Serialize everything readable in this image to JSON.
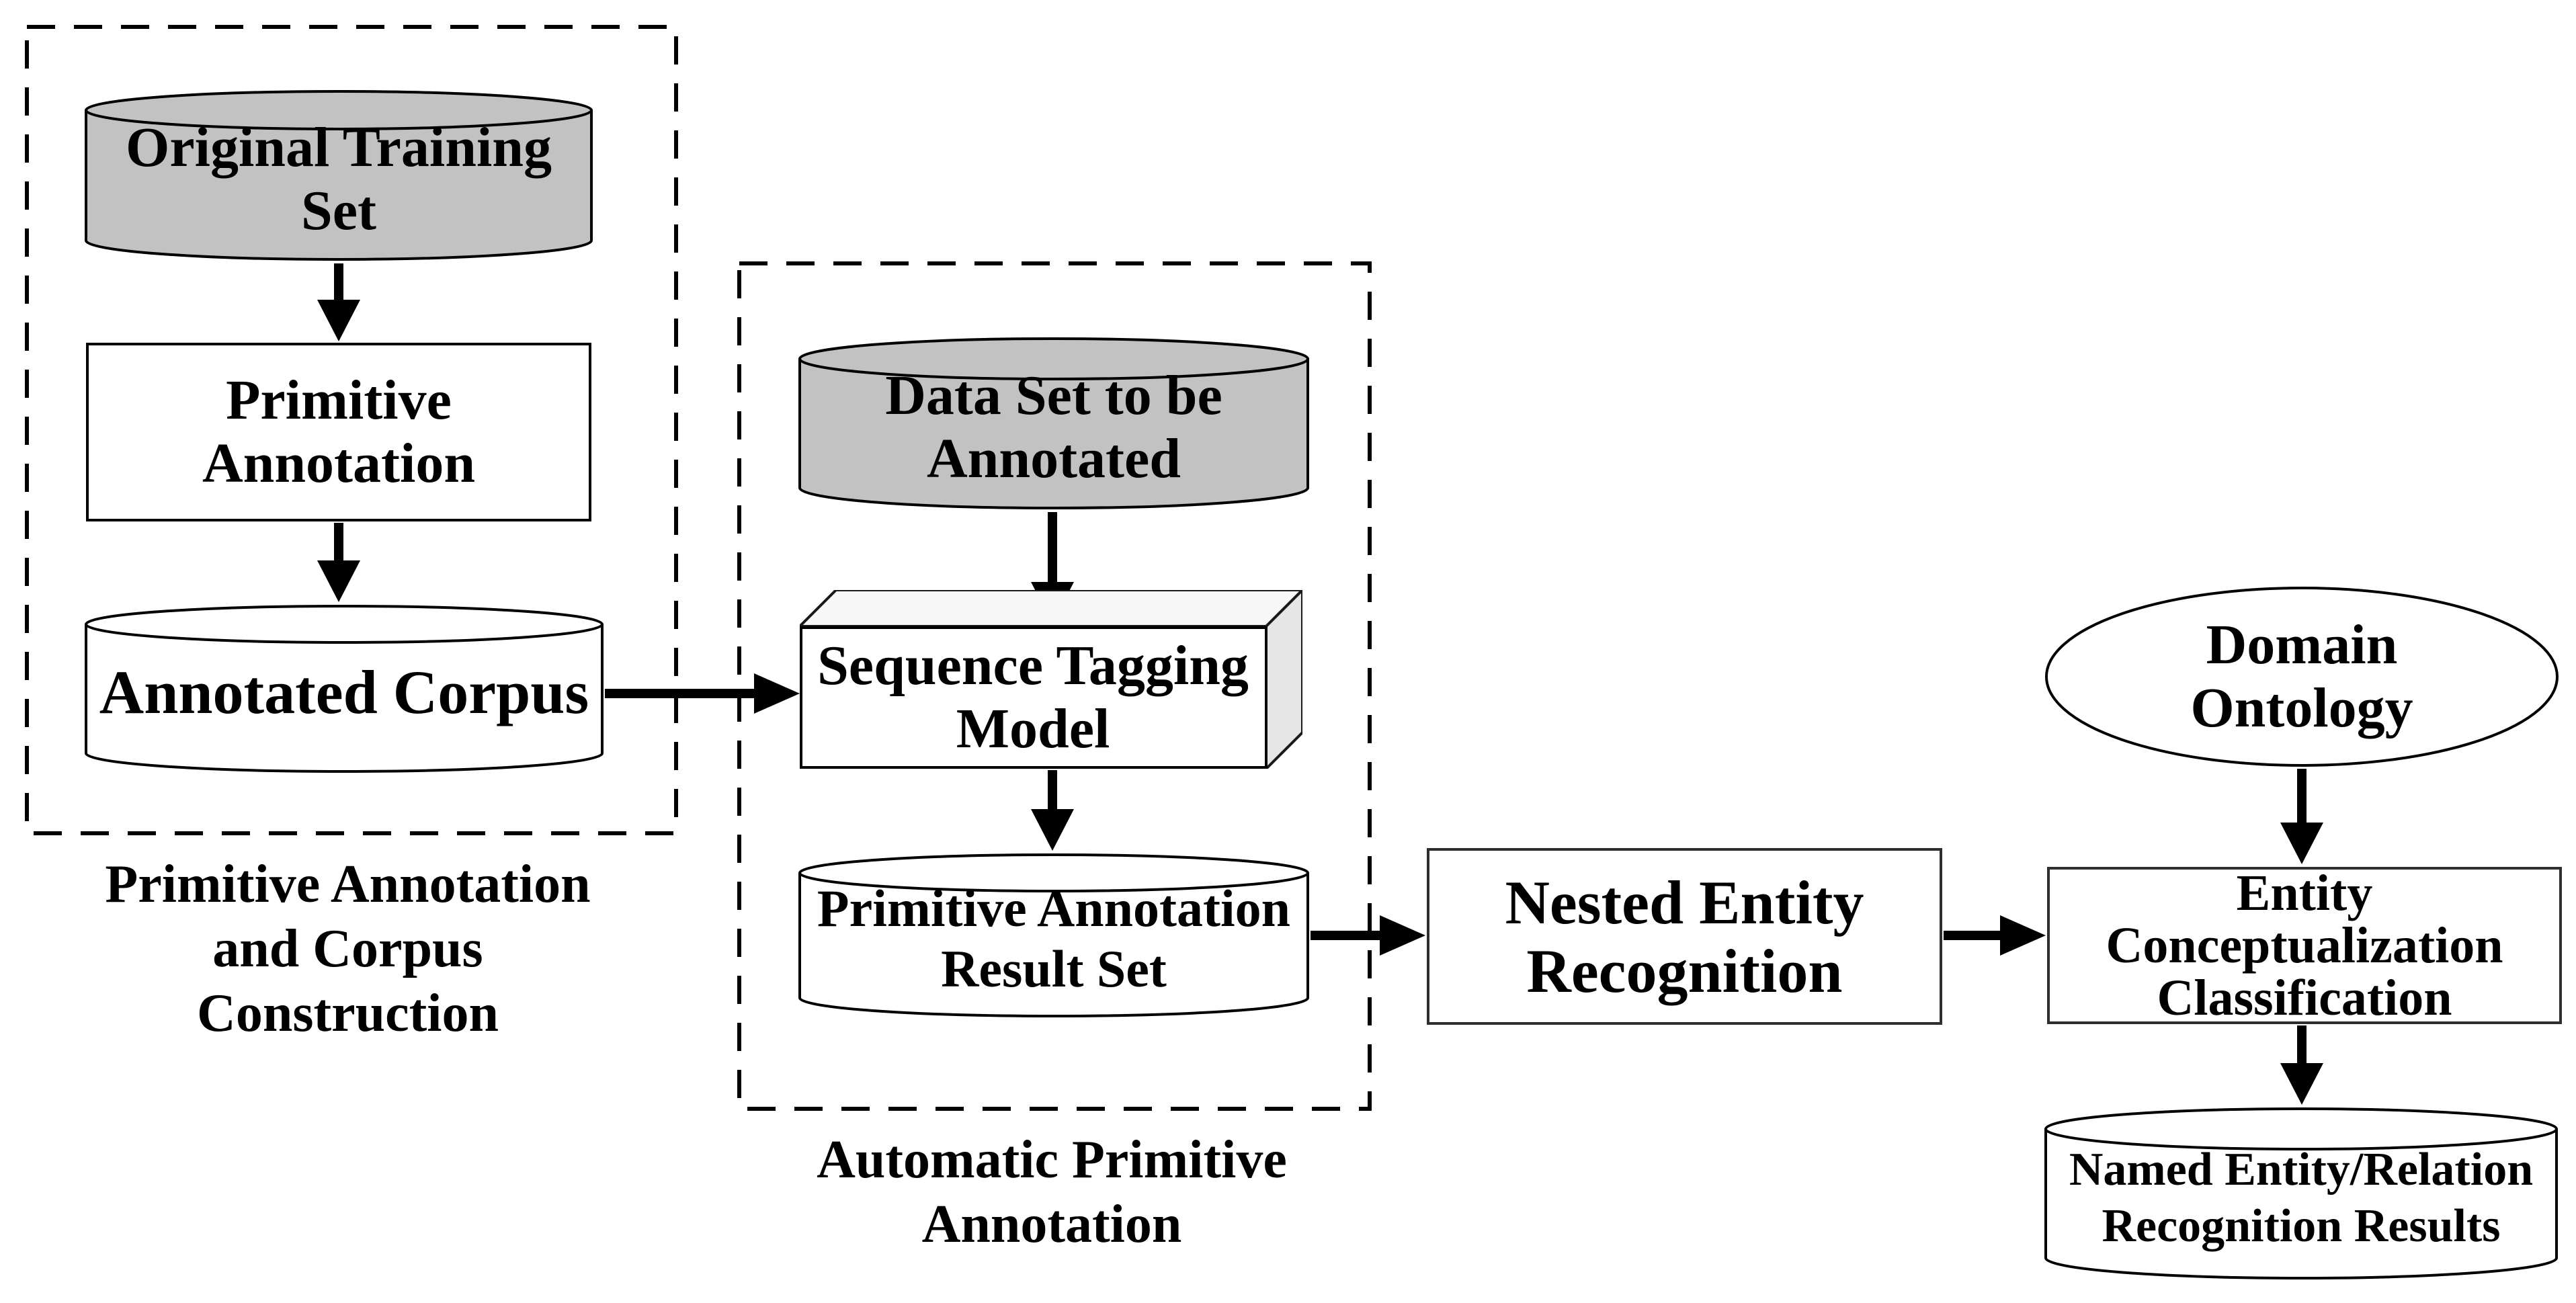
{
  "colors": {
    "node_gray": "#c2c2c2",
    "box_side": "#e6e6e6",
    "box_top": "#f7f7f7",
    "stroke": "#000000",
    "background": "#ffffff"
  },
  "group1": {
    "caption": [
      "Primitive Annotation",
      "and Corpus",
      "Construction"
    ],
    "original_training_set": [
      "Original Training",
      "Set"
    ],
    "primitive_annotation": [
      "Primitive",
      "Annotation"
    ],
    "annotated_corpus": [
      "Annotated Corpus"
    ]
  },
  "group2": {
    "caption": [
      "Automatic Primitive",
      "Annotation"
    ],
    "data_set_to_be_annotated": [
      "Data Set to be",
      "Annotated"
    ],
    "sequence_tagging_model": [
      "Sequence Tagging",
      "Model"
    ],
    "primitive_annotation_result_set": [
      "Primitive Annotation",
      "Result Set"
    ]
  },
  "nodes": {
    "nested_entity_recognition": [
      "Nested Entity",
      "Recognition"
    ],
    "domain_ontology": [
      "Domain",
      "Ontology"
    ],
    "entity_conceptualization_classification": [
      "Entity",
      "Conceptualization",
      "Classification"
    ],
    "named_entity_relation_recognition_results": [
      "Named Entity/Relation",
      "Recognition Results"
    ]
  }
}
